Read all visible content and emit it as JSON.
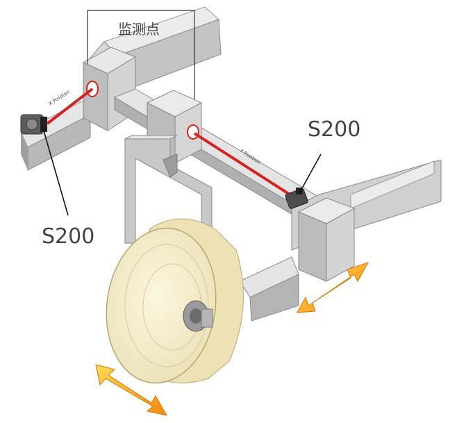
{
  "labels": {
    "monitoring_point": "监测点",
    "sensor_left": "S200",
    "sensor_right": "S200",
    "beam_text_left": "X Position",
    "beam_text_right": "Y Position"
  },
  "colors": {
    "laser": "#d92020",
    "arrow_outer": "#ff9a1a",
    "arrow_inner": "#ffd640",
    "steel_light": "#e2e2e2",
    "steel_mid": "#bdbdbd",
    "steel_dark": "#8e8e8e",
    "roll_face": "#f6efcf",
    "roll_side": "#e9dfb2"
  }
}
